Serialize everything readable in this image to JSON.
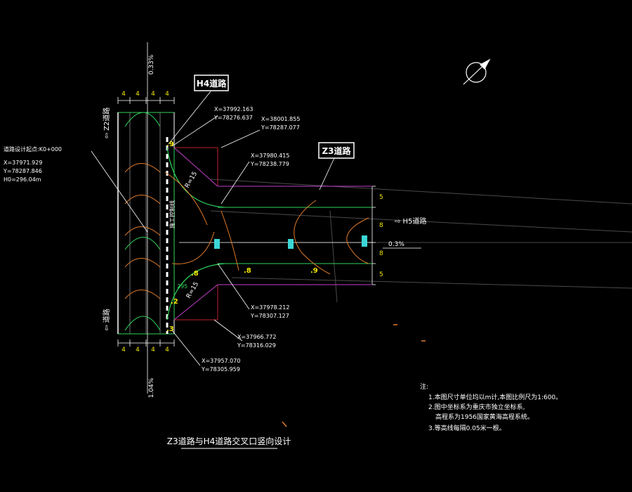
{
  "labels": {
    "road_h4": "H4道路",
    "road_z3": "Z3道路",
    "to_z2": "⇦ Z2道路",
    "to_xx": "⇦ 道路",
    "to_h5": "⇨ H5道路",
    "start_point": "道路设计起点:K0+000",
    "sp_x": "X=37971.929",
    "sp_y": "Y=78287.846",
    "sp_h": "H0=296.04m",
    "c1_x": "X=37992.163",
    "c1_y": "Y=78276.637",
    "c2_x": "X=38001.855",
    "c2_y": "Y=78287.077",
    "c3_x": "X=37980.415",
    "c3_y": "Y=78238.779",
    "c4_x": "X=37978.212",
    "c4_y": "Y=78307.127",
    "c5_x": "X=37966.772",
    "c5_y": "Y=78316.029",
    "c6_x": "X=37957.070",
    "c6_y": "Y=78305.959",
    "slope_top": "0.33%",
    "slope_bottom": "1.04%",
    "slope_right": "0.3%",
    "r15_top": "R=15",
    "r15_bottom": "R=15",
    "centerline": "施工控制线",
    "dim_4": "4",
    "dim_5": "5",
    "dim_8": "8",
    "elev_9a": ".9",
    "elev_9b": ".9",
    "elev_8a": ".8",
    "elev_8b": ".8",
    "elev_2": ".2",
    "elev_3": ".3",
    "elev_295": "295"
  },
  "title": "Z3道路与H4道路交叉口竖向设计",
  "notes": {
    "heading": "注:",
    "line1": "1.本图尺寸单位均以m计,本图比例尺为1:600。",
    "line2": "2.图中坐标系为重庆市独立坐标系,",
    "line3": "高程系为1956国家黄海高程系统。",
    "line4": "3.等高线每隔0.05米一根。"
  },
  "colors": {
    "background": "#000000",
    "white": "#ffffff",
    "green": "#2fd35a",
    "orange": "#e07a2a",
    "magenta": "#c23ec8",
    "red": "#c0202a",
    "cyan": "#3dd6d6",
    "yellow": "#f2e600",
    "gray": "#8a8a8a"
  }
}
